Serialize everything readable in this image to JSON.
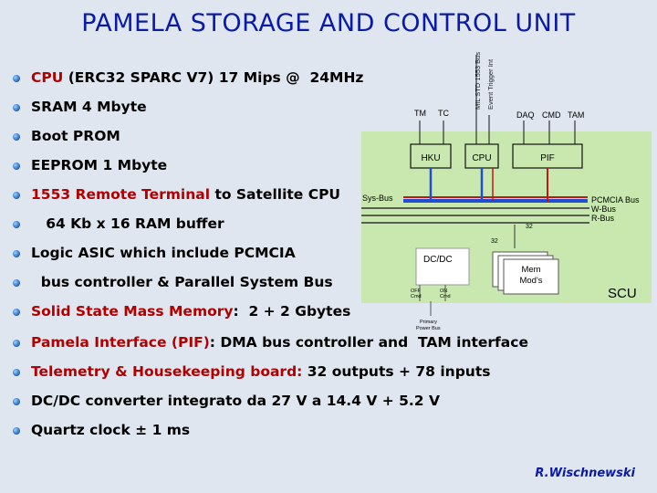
{
  "title": "PAMELA STORAGE AND CONTROL UNIT",
  "bullets": [
    {
      "parts": [
        {
          "text": "CPU",
          "c": "red"
        },
        {
          "text": " (ERC32 SPARC V7) 17 Mips @  24MHz",
          "c": "black"
        }
      ]
    },
    {
      "parts": [
        {
          "text": "SRAM 4 Mbyte",
          "c": "black"
        }
      ]
    },
    {
      "parts": [
        {
          "text": "Boot PROM",
          "c": "black"
        }
      ]
    },
    {
      "parts": [
        {
          "text": "EEPROM 1 Mbyte",
          "c": "black"
        }
      ]
    },
    {
      "parts": [
        {
          "text": "1553 Remote Terminal",
          "c": "red"
        },
        {
          "text": " to Satellite CPU",
          "c": "black"
        }
      ]
    },
    {
      "parts": [
        {
          "text": "   64 Kb x 16 RAM buffer",
          "c": "black"
        }
      ]
    },
    {
      "parts": [
        {
          "text": "Logic ASIC which include PCMCIA",
          "c": "black"
        }
      ]
    },
    {
      "parts": [
        {
          "text": "  bus controller & Parallel System Bus",
          "c": "black"
        }
      ]
    },
    {
      "parts": [
        {
          "text": "Solid State Mass Memory",
          "c": "red"
        },
        {
          "text": ":  2 + 2 Gbytes",
          "c": "black"
        }
      ]
    },
    {
      "parts": [
        {
          "text": "Pamela Interface (PIF)",
          "c": "red"
        },
        {
          "text": ": DMA bus controller and  TAM interface",
          "c": "black"
        }
      ]
    },
    {
      "parts": [
        {
          "text": "Telemetry & Housekeeping board:",
          "c": "red"
        },
        {
          "text": " 32 outputs + 78 inputs",
          "c": "black"
        }
      ]
    },
    {
      "parts": [
        {
          "text": "DC/DC converter integrato da 27 V a 14.4 V + 5.2 V",
          "c": "black"
        }
      ]
    },
    {
      "parts": [
        {
          "text": "Quartz clock ± 1 ms",
          "c": "black"
        }
      ]
    }
  ],
  "diagram": {
    "vertical_labels": [
      "MIL STD 1553 Bus",
      "Event Trigger Int"
    ],
    "top_labels": {
      "tm": "TM",
      "tc": "TC",
      "daq": "DAQ",
      "cmd": "CMD",
      "tam": "TAM"
    },
    "blocks": {
      "hku": "HKU",
      "cpu": "CPU",
      "pif": "PIF",
      "dcdc": "DC/DC",
      "mem": "Mem\nMod's",
      "scu": "SCU"
    },
    "bus_labels": {
      "sys": "Sys-Bus",
      "pcmcia": "PCMCIA Bus",
      "wbus": "W-Bus",
      "rbus": "R-Bus",
      "n32a": "32",
      "n32b": "32"
    },
    "power_labels": {
      "off": "OFF\nCmd",
      "on": "ON\nCmd",
      "primary": "Primary\nPower Bus"
    }
  },
  "author": "R.Wischnewski",
  "colors": {
    "title": "#0a1aa8",
    "highlight": "#b00000",
    "panel": "#c8e8b0",
    "bus_blue": "#1f4fd0",
    "bus_red": "#c01818"
  }
}
